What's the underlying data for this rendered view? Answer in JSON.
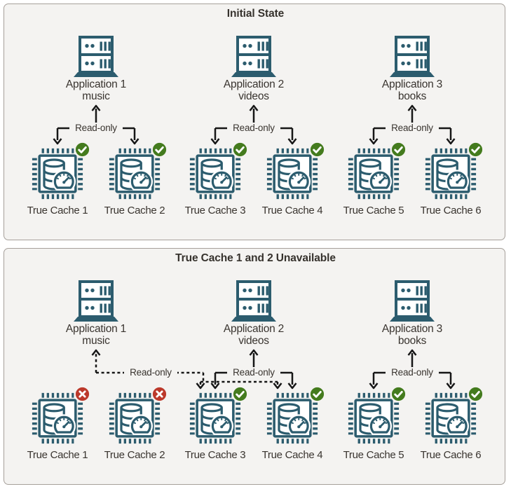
{
  "diagram_subject": "True Cache read-only failover",
  "colors": {
    "teal_icon": "#2c5c6e",
    "green_available": "#447b1e",
    "red_unavailable": "#bc392b",
    "connector_line": "#161616",
    "panel_background": "#f4f3f1",
    "panel_border": "#a6a09a",
    "text": "#39342f"
  },
  "icons": {
    "application": "server-rack-icon",
    "true_cache": "chip-database-gauge-icon",
    "available": "green-check-badge-icon",
    "unavailable": "red-x-badge-icon"
  },
  "panels": [
    {
      "title": "Initial State",
      "groups": [
        {
          "app": {
            "name": "Application 1",
            "content": "music"
          },
          "link_label": "Read-only",
          "connection": "solid-arrows-to-own-caches",
          "caches": [
            {
              "name": "True Cache 1",
              "status": "available"
            },
            {
              "name": "True Cache 2",
              "status": "available"
            }
          ]
        },
        {
          "app": {
            "name": "Application 2",
            "content": "videos"
          },
          "link_label": "Read-only",
          "connection": "solid-arrows-to-own-caches",
          "caches": [
            {
              "name": "True Cache 3",
              "status": "available"
            },
            {
              "name": "True Cache 4",
              "status": "available"
            }
          ]
        },
        {
          "app": {
            "name": "Application 3",
            "content": "books"
          },
          "link_label": "Read-only",
          "connection": "solid-arrows-to-own-caches",
          "caches": [
            {
              "name": "True Cache 5",
              "status": "available"
            },
            {
              "name": "True Cache 6",
              "status": "available"
            }
          ]
        }
      ]
    },
    {
      "title": "True Cache 1 and 2 Unavailable",
      "groups": [
        {
          "app": {
            "name": "Application 1",
            "content": "music"
          },
          "link_label": "Read-only",
          "connection": "dashed-failover-arrows-to-true-cache-3-and-4",
          "caches": [
            {
              "name": "True Cache 1",
              "status": "unavailable"
            },
            {
              "name": "True Cache 2",
              "status": "unavailable"
            }
          ]
        },
        {
          "app": {
            "name": "Application 2",
            "content": "videos"
          },
          "link_label": "Read-only",
          "connection": "solid-arrows-to-own-caches",
          "caches": [
            {
              "name": "True Cache 3",
              "status": "available"
            },
            {
              "name": "True Cache 4",
              "status": "available"
            }
          ]
        },
        {
          "app": {
            "name": "Application 3",
            "content": "books"
          },
          "link_label": "Read-only",
          "connection": "solid-arrows-to-own-caches",
          "caches": [
            {
              "name": "True Cache 5",
              "status": "available"
            },
            {
              "name": "True Cache 6",
              "status": "available"
            }
          ]
        }
      ]
    }
  ]
}
